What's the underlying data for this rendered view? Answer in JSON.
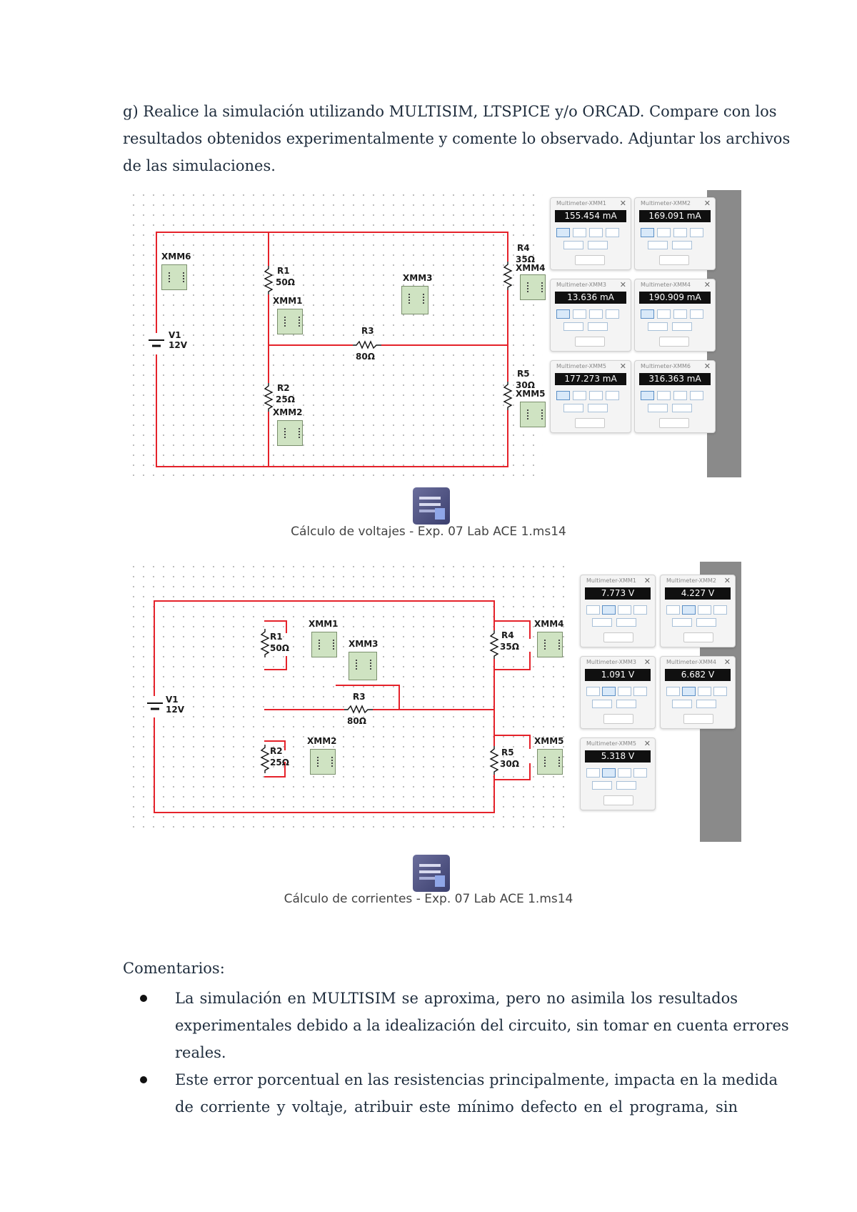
{
  "intro": {
    "lines": [
      "g) Realice la simulación utilizando MULTISIM, LTSPICE y/o ORCAD. Compare con los",
      "resultados obtenidos experimentalmente y comente lo observado. Adjuntar los archivos",
      "de las simulaciones."
    ]
  },
  "figure1": {
    "components": {
      "xmm6": "XMM6",
      "v1": "V1",
      "v1_value": "12V",
      "r1": "R1",
      "r1_value": "50Ω",
      "xmm1": "XMM1",
      "r2": "R2",
      "r2_value": "25Ω",
      "xmm2": "XMM2",
      "r3": "R3",
      "r3_value": "80Ω",
      "xmm3": "XMM3",
      "r4": "R4",
      "r4_value": "35Ω",
      "xmm4": "XMM4",
      "r5": "R5",
      "r5_value": "30Ω",
      "xmm5": "XMM5"
    },
    "meters": [
      {
        "title": "Multimeter-XMM1",
        "reading": "155.454 mA"
      },
      {
        "title": "Multimeter-XMM2",
        "reading": "169.091 mA"
      },
      {
        "title": "Multimeter-XMM3",
        "reading": "13.636 mA"
      },
      {
        "title": "Multimeter-XMM4",
        "reading": "190.909 mA"
      },
      {
        "title": "Multimeter-XMM5",
        "reading": "177.273 mA"
      },
      {
        "title": "Multimeter-XMM6",
        "reading": "316.363 mA"
      }
    ],
    "attachment_label": "Cálculo de voltajes - Exp. 07 Lab ACE 1.ms14"
  },
  "figure2": {
    "components": {
      "v1": "V1",
      "v1_value": "12V",
      "r1": "R1",
      "r1_value": "50Ω",
      "xmm1": "XMM1",
      "r2": "R2",
      "r2_value": "25Ω",
      "xmm2": "XMM2",
      "r3": "R3",
      "r3_value": "80Ω",
      "xmm3": "XMM3",
      "r4": "R4",
      "r4_value": "35Ω",
      "xmm4": "XMM4",
      "r5": "R5",
      "r5_value": "30Ω",
      "xmm5": "XMM5"
    },
    "meters": [
      {
        "title": "Multimeter-XMM1",
        "reading": "7.773 V"
      },
      {
        "title": "Multimeter-XMM2",
        "reading": "4.227 V"
      },
      {
        "title": "Multimeter-XMM3",
        "reading": "1.091 V"
      },
      {
        "title": "Multimeter-XMM4",
        "reading": "6.682 V"
      },
      {
        "title": "Multimeter-XMM5",
        "reading": "5.318 V"
      }
    ],
    "attachment_label": "Cálculo de corrientes - Exp. 07 Lab ACE 1.ms14"
  },
  "comments": {
    "heading": "Comentarios:",
    "bullet1": [
      "La simulación en MULTISIM se aproxima, pero no asimila los resultados",
      "experimentales debido a la idealización del circuito, sin tomar en cuenta errores",
      "reales."
    ],
    "bullet2": [
      "Este error porcentual en las resistencias principalmente, impacta en la medida",
      "de corriente y voltaje, atribuir este mínimo defecto en el programa, sin"
    ]
  },
  "colors": {
    "wire": "#e5222a",
    "text": "#1f2d3d",
    "display": "#101010",
    "meter_body": "#cfe3c2"
  }
}
